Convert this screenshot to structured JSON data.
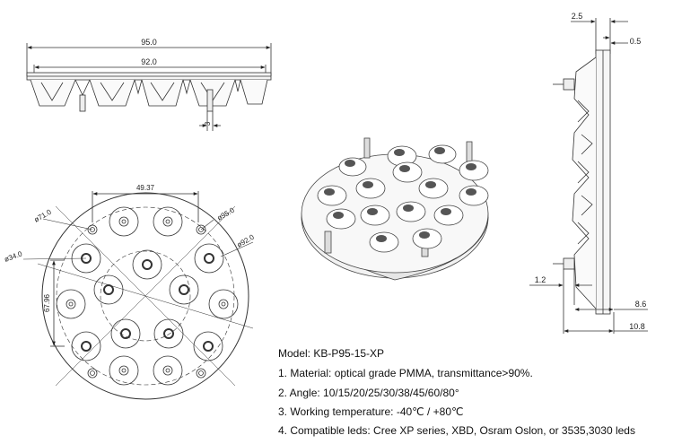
{
  "top_view": {
    "dim_overall": "95.0",
    "dim_inner": "92.0",
    "dim_height": "3"
  },
  "side_view": {
    "dim_thickness": "2.5",
    "dim_skin": "0.5",
    "dim_pin": "1.2",
    "dim_body": "8.6",
    "dim_total": "10.8"
  },
  "front_view": {
    "dim_pitch": "49.37",
    "dim_ring_inner": "ø71.0",
    "dim_outer": "ø95.0",
    "dim_ring_outer": "ø92.0",
    "dim_ring_small": "ø34.0",
    "dim_vertical": "67.96"
  },
  "specs": {
    "model": "Model: KB-P95-15-XP",
    "material": "1. Material: optical grade PMMA, transmittance>90%.",
    "angle": "2. Angle: 10/15/20/25/30/38/45/60/80°",
    "temperature": "3. Working temperature: -40℃ / +80℃",
    "leds": "4. Compatible leds: Cree XP series, XBD, Osram Oslon, or 3535,3030 leds"
  }
}
